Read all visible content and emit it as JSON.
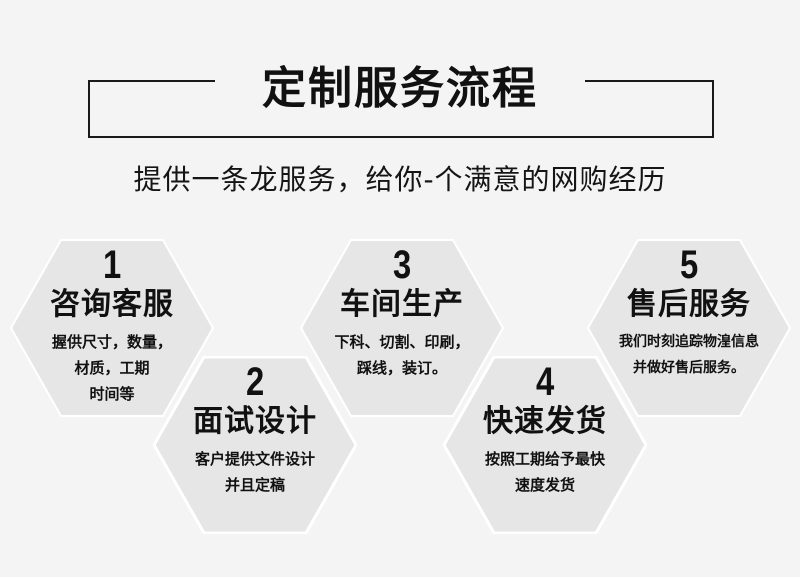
{
  "header": {
    "title": "定制服务流程",
    "subtitle": "提供一条龙服务，给你-个满意的网购经历"
  },
  "colors": {
    "background": "#f4f4f4",
    "hexagon_fill": "#e6e6e6",
    "hexagon_stroke": "#ffffff",
    "text": "#111111",
    "frame_line": "#1a1a1a"
  },
  "steps": [
    {
      "number": "1",
      "name": "咨询客服",
      "description": "握供尺寸，数量，\n材质，工期\n时间等"
    },
    {
      "number": "2",
      "name": "面试设计",
      "description": "客户提供文件设计\n并且定稿"
    },
    {
      "number": "3",
      "name": "车间生产",
      "description": "下科、切割、印刷，\n踩线，装订。"
    },
    {
      "number": "4",
      "name": "快速发货",
      "description": "按照工期给予最快\n速度发货"
    },
    {
      "number": "5",
      "name": "售后服务",
      "description": "我们时刻追踪物湟信息\n并做好售后服务。"
    }
  ]
}
